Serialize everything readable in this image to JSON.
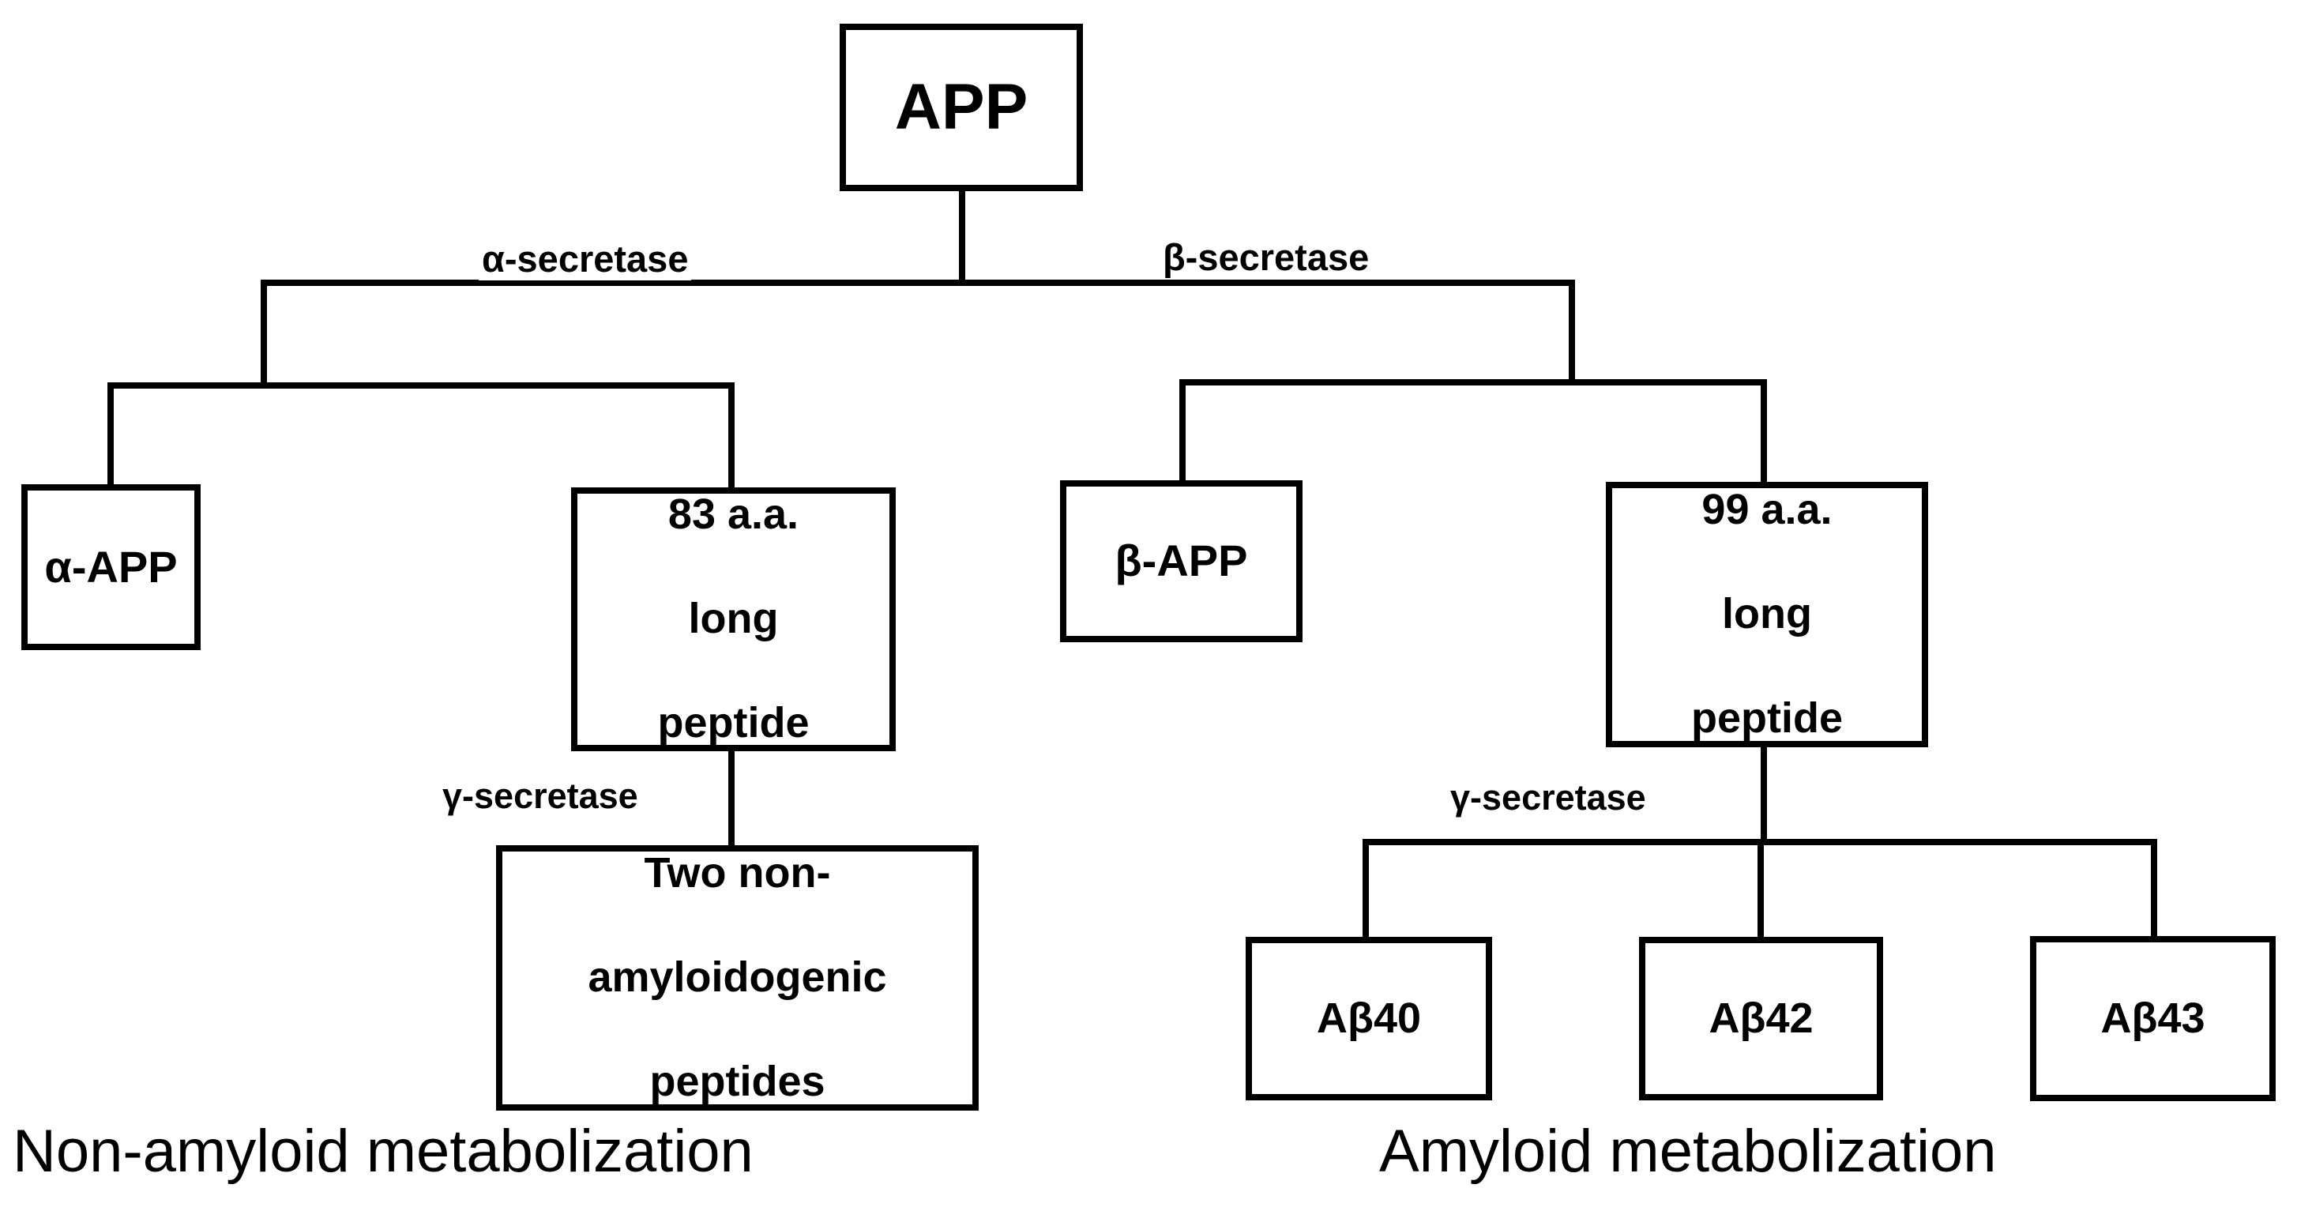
{
  "diagram": {
    "title": "APP processing pathways",
    "colors": {
      "stroke": "#000000",
      "background": "#ffffff",
      "text": "#000000"
    },
    "nodes": {
      "app": "APP",
      "alpha_app": "α-APP",
      "peptide_83": "83 a.a.\nlong\npeptide",
      "peptide_83_line1": "83 a.a.",
      "peptide_83_line2": "long",
      "peptide_83_line3": "peptide",
      "beta_app": "β-APP",
      "peptide_99_line1": "99 a.a.",
      "peptide_99_line2": "long",
      "peptide_99_line3": "peptide",
      "two_non_line1": "Two non-",
      "two_non_line2": "amyloidogenic",
      "two_non_line3": "peptides",
      "abeta40": "Aβ40",
      "abeta42": "Aβ42",
      "abeta43": "Aβ43"
    },
    "edge_labels": {
      "alpha_secretase": "α-secretase",
      "beta_secretase": "β-secretase",
      "gamma_secretase_left": "γ-secretase",
      "gamma_secretase_right": "γ-secretase"
    },
    "captions": {
      "left": "Non-amyloid metabolization",
      "right": "Amyloid metabolization"
    }
  }
}
